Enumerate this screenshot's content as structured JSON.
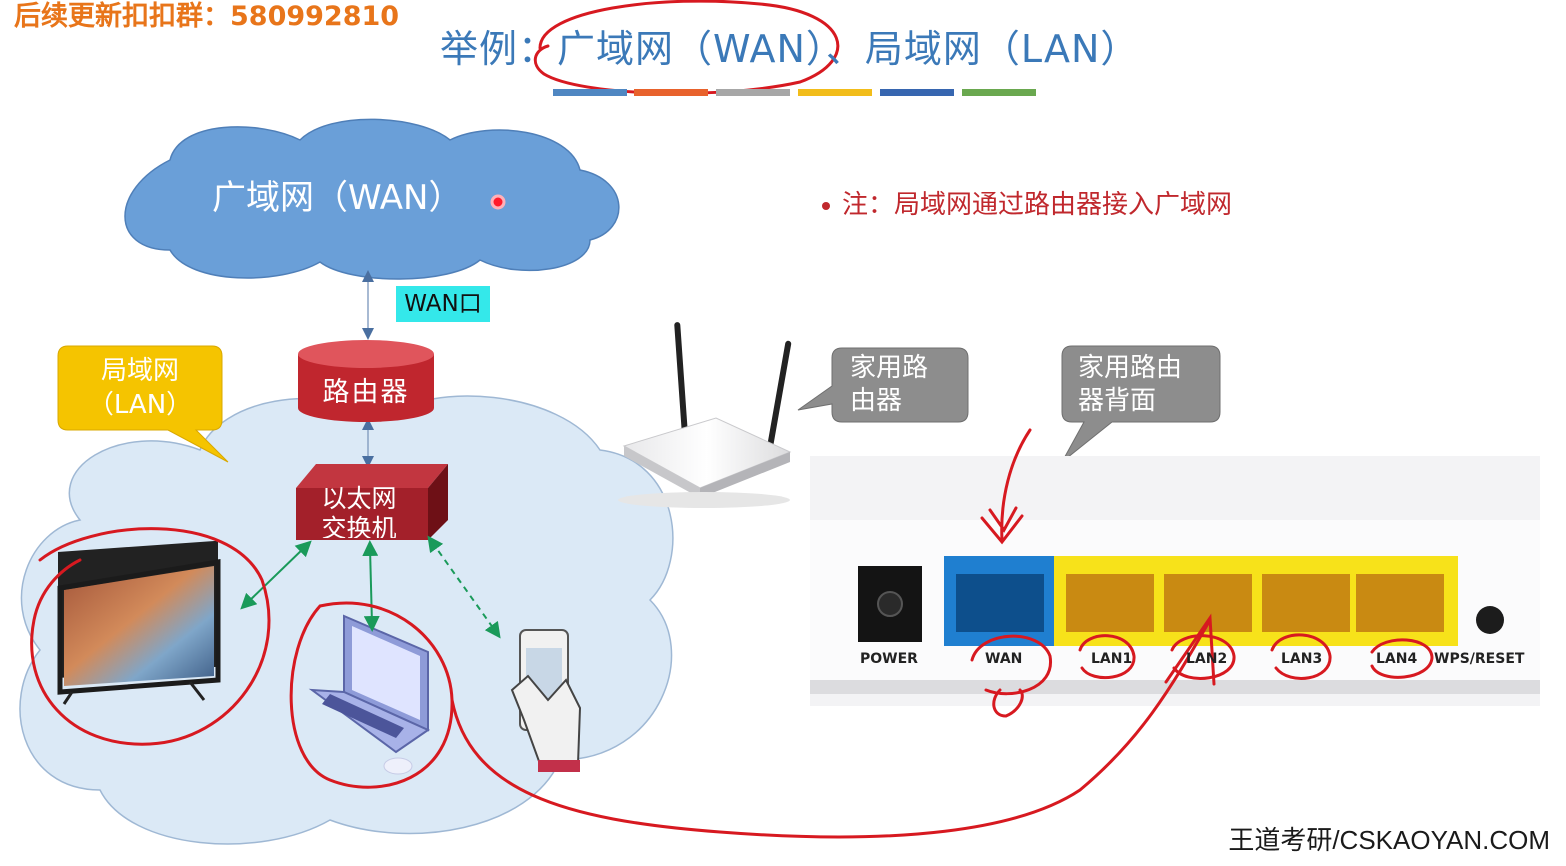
{
  "watermark": "后续更新扣扣群：580992810",
  "title": "举例：广域网（WAN）、局域网（LAN）",
  "title_stripes": [
    "#4f87c2",
    "#e8622c",
    "#a7a7a7",
    "#f2bd1a",
    "#3766b0",
    "#6aa84f"
  ],
  "note": "注：局域网通过路由器接入广域网",
  "wan_cloud_label": "广域网（WAN）",
  "wan_port_tag": "WAN口",
  "router_label": "路由器",
  "switch_label": [
    "以太网",
    "交换机"
  ],
  "lan_callout": [
    "局域网",
    "（LAN）"
  ],
  "home_router_callout": [
    "家用路",
    "由器"
  ],
  "router_back_callout": [
    "家用路由",
    "器背面"
  ],
  "ports": {
    "power": "POWER",
    "wan": "WAN",
    "lan1": "LAN1",
    "lan2": "LAN2",
    "lan3": "LAN3",
    "lan4": "LAN4",
    "wps_reset": "WPS/RESET"
  },
  "footer": "王道考研/CSKAOYAN.COM",
  "colors": {
    "title_blue": "#3b79b8",
    "note_red": "#c0282d",
    "wan_cloud": "#6a9fd8",
    "lan_cloud": "#dbe9f6",
    "router_red": "#c0262e",
    "switch_maroon": "#a3202a",
    "callout_yellow": "#f5c400",
    "callout_gray": "#8d8d8d",
    "wan_port_blue": "#1f7fd0",
    "lan_port_yellow": "#f7e21a",
    "annotation_red": "#d71920",
    "link_green": "#1a9a5a"
  }
}
